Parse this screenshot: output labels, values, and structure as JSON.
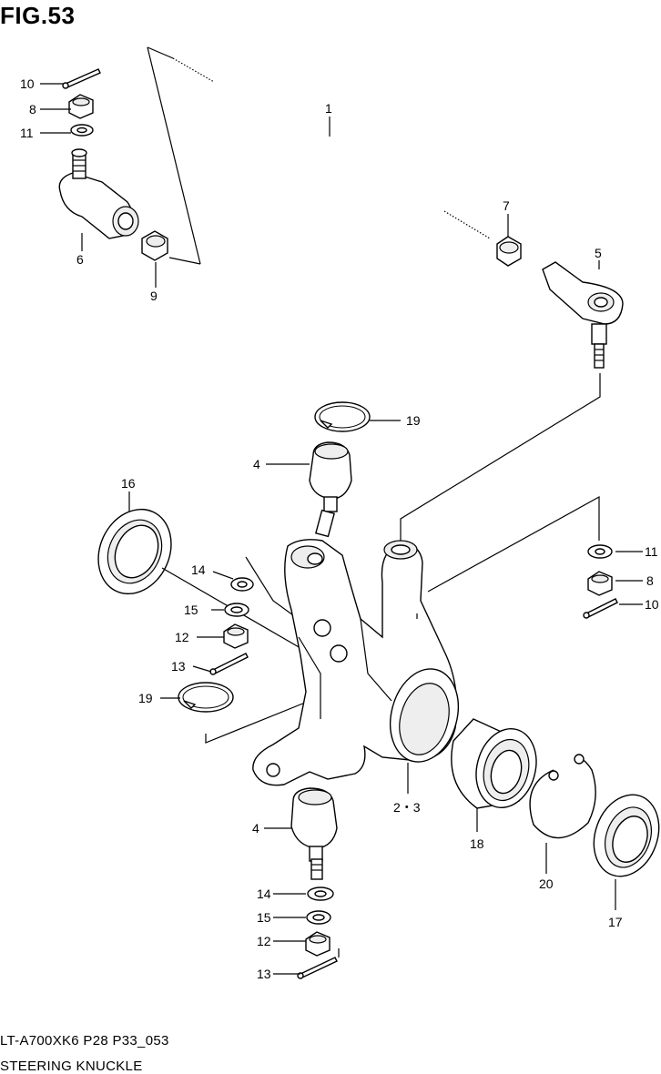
{
  "figure": {
    "title": "FIG.53",
    "model_code": "LT-A700XK6 P28 P33_053",
    "section_name": "STEERING KNUCKLE"
  },
  "callouts": [
    {
      "id": "c1",
      "label": "1"
    },
    {
      "id": "c5",
      "label": "5"
    },
    {
      "id": "c6",
      "label": "6"
    },
    {
      "id": "c7",
      "label": "7"
    },
    {
      "id": "c8a",
      "label": "8"
    },
    {
      "id": "c8b",
      "label": "8"
    },
    {
      "id": "c9",
      "label": "9"
    },
    {
      "id": "c10a",
      "label": "10"
    },
    {
      "id": "c10b",
      "label": "10"
    },
    {
      "id": "c11a",
      "label": "11"
    },
    {
      "id": "c11b",
      "label": "11"
    },
    {
      "id": "c19a",
      "label": "19"
    },
    {
      "id": "c19b",
      "label": "19"
    },
    {
      "id": "c4a",
      "label": "4"
    },
    {
      "id": "c4b",
      "label": "4"
    },
    {
      "id": "c16",
      "label": "16"
    },
    {
      "id": "c14a",
      "label": "14"
    },
    {
      "id": "c14b",
      "label": "14"
    },
    {
      "id": "c15a",
      "label": "15"
    },
    {
      "id": "c15b",
      "label": "15"
    },
    {
      "id": "c12a",
      "label": "12"
    },
    {
      "id": "c12b",
      "label": "12"
    },
    {
      "id": "c13a",
      "label": "13"
    },
    {
      "id": "c13b",
      "label": "13"
    },
    {
      "id": "c23",
      "label": "2・3"
    },
    {
      "id": "c18",
      "label": "18"
    },
    {
      "id": "c20",
      "label": "20"
    },
    {
      "id": "c17",
      "label": "17"
    }
  ]
}
